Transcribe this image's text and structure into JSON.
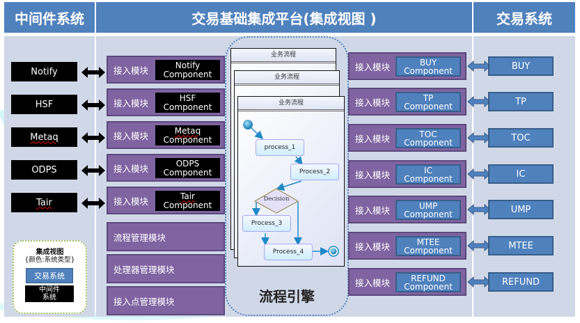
{
  "header": {
    "left_title": "中间件系统",
    "center_title": "交易基础集成平台(集成视图 )",
    "right_title": "交易系统"
  },
  "middleware_systems": [
    "Notify",
    "HSF",
    "Metaq",
    "ODPS",
    "Tair"
  ],
  "middleware_modules": [
    {
      "label": "接入模块",
      "component_line1": "Notify",
      "component_line2": "Component"
    },
    {
      "label": "接入模块",
      "component_line1": "HSF",
      "component_line2": "Component"
    },
    {
      "label": "接入模块",
      "component_line1": "Metaq",
      "component_line2": "Component"
    },
    {
      "label": "接入模块",
      "component_line1": "ODPS",
      "component_line2": "Component"
    },
    {
      "label": "接入模块",
      "component_line1": "Tair",
      "component_line2": "Component"
    }
  ],
  "management_modules": [
    "流程管理模块",
    "处理器管理模块",
    "接入点管理模块"
  ],
  "process_engine": {
    "label": "流程引擎",
    "window_titles": [
      "业务流程",
      "业务流程",
      "业务流程"
    ],
    "nodes": {
      "p1": "process_1",
      "p2": "Process_2",
      "decision": "Decision",
      "p3": "Process_3",
      "p4": "Process_4"
    }
  },
  "trade_modules": [
    {
      "label": "接入模块",
      "component_line1": "BUY",
      "component_line2": "Component"
    },
    {
      "label": "接入模块",
      "component_line1": "TP",
      "component_line2": "Component"
    },
    {
      "label": "接入模块",
      "component_line1": "TOC",
      "component_line2": "Component"
    },
    {
      "label": "接入模块",
      "component_line1": "IC",
      "component_line2": "Component"
    },
    {
      "label": "接入模块",
      "component_line1": "UMP",
      "component_line2": "Component"
    },
    {
      "label": "接入模块",
      "component_line1": "MTEE",
      "component_line2": "Component"
    },
    {
      "label": "接入模块",
      "component_line1": "REFUND",
      "component_line2": "Component"
    }
  ],
  "trade_systems": [
    "BUY",
    "TP",
    "TOC",
    "IC",
    "UMP",
    "MTEE",
    "REFUND"
  ],
  "legend": {
    "title": "集成视图",
    "subtitle": "{颜色:系统类型}",
    "trade_label": "交易系统",
    "middleware_line1": "中间件",
    "middleware_line2": "系统"
  },
  "colors": {
    "header_blue": "#4f81bd",
    "panel": "#d0d8e8",
    "module_purple": "#8064a2",
    "middleware_black": "#000000",
    "legend_border": "#9bbb59"
  }
}
